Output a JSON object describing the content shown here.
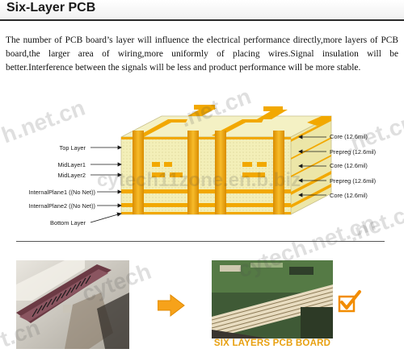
{
  "header": {
    "title": "Six-Layer PCB"
  },
  "intro": {
    "paragraph": "The number of PCB board’s layer will influence the electrical performance directly,more layers of PCB board,the larger area of wiring,more uniformly of placing wires.Signal insulation will be better.Interference between the signals will be less and product performance will be more stable."
  },
  "diagram": {
    "left_labels": [
      "Top Layer",
      "MidLayer1",
      "MidLayer2",
      "InternalPlane1 ((No Net))",
      "InternalPlane2 ((No Net))",
      "Bottom Layer"
    ],
    "right_labels": [
      "Core (12.6mil)",
      "Prepreg (12.6mil)",
      "Core (12.6mil)",
      "Prepreg (12.6mil)",
      "Core (12.6mil)"
    ],
    "colors": {
      "board": "#f3efb8",
      "board_side": "#e9e39c",
      "copper": "#f2a800",
      "copper_dark": "#d98c00",
      "labels": "#1a1a1a"
    }
  },
  "watermarks": [
    "cytech11zone.en.b.biz",
    ".net.cn",
    "h.net.cn",
    "cytech.net.cn",
    "cytech",
    ".net.cn",
    ".net.cn",
    "t.cn"
  ],
  "bottom": {
    "caption": "SIX LAYERS PCB BOARD",
    "arrow_color": "#f6a21a",
    "check_color": "#f28c00"
  }
}
